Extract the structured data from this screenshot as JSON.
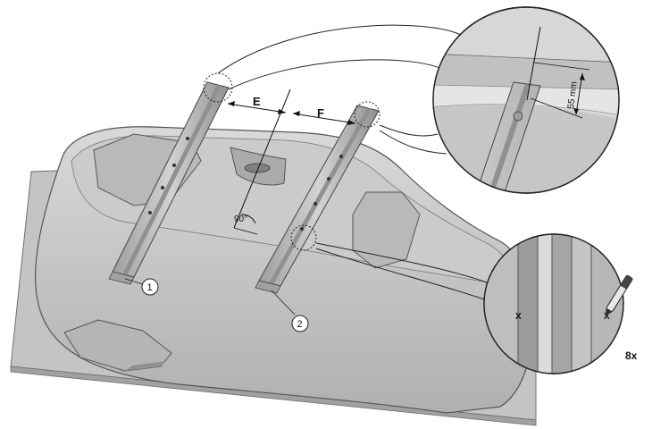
{
  "labels": {
    "dim_e": "E",
    "dim_f": "F",
    "angle": "90°",
    "rail_1": "1",
    "rail_2": "2",
    "detail_height": "55 mm",
    "mark_left": "X",
    "mark_right": "X",
    "count": "8x"
  },
  "icons": [
    "marker-pen-icon",
    "dimension-arrow-icon",
    "callout-circle-icon"
  ],
  "colors": {
    "tub_face": "#c7c9cb",
    "tub_top": "#b6b8ba",
    "floor": "#bfc1c3",
    "rail": "#b3b5b7",
    "rail_shadow": "#8e9092",
    "line": "#222222"
  }
}
